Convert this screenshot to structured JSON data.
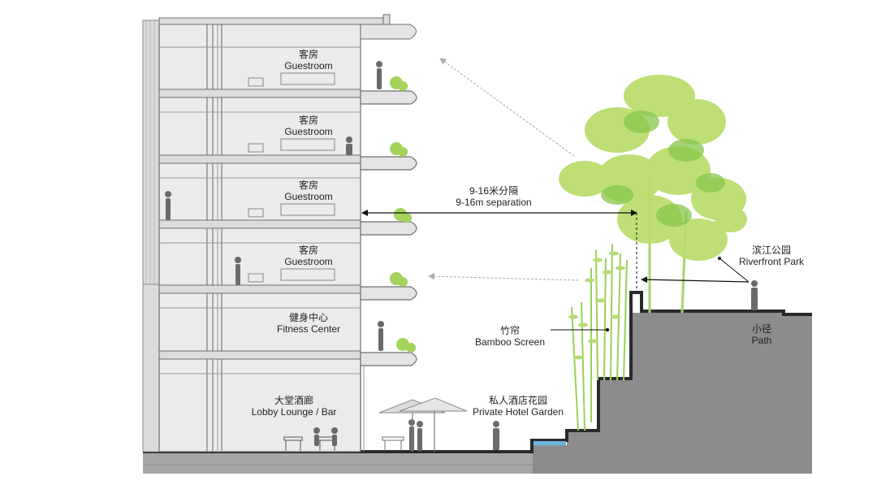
{
  "rooms": [
    {
      "cn": "客房",
      "en": "Guestroom"
    },
    {
      "cn": "客房",
      "en": "Guestroom"
    },
    {
      "cn": "客房",
      "en": "Guestroom"
    },
    {
      "cn": "客房",
      "en": "Guestroom"
    }
  ],
  "fitness": {
    "cn": "健身中心",
    "en": "Fitness Center"
  },
  "lobby": {
    "cn": "大堂酒廊",
    "en": "Lobby Lounge / Bar"
  },
  "separation": {
    "cn": "9-16米分隔",
    "en": "9-16m separation"
  },
  "garden": {
    "cn": "私人酒店花园",
    "en": "Private Hotel Garden"
  },
  "bamboo": {
    "cn": "竹帘",
    "en": "Bamboo Screen"
  },
  "park": {
    "cn": "滨江公园",
    "en": "Riverfront Park"
  },
  "path": {
    "cn": "小径",
    "en": "Path"
  },
  "colors": {
    "building_fill": "#ebebeb",
    "building_line": "#6f6f6f",
    "ground": "#8c8c8e",
    "ground_dark": "#2a2a2a",
    "tree_light": "#b8dd6a",
    "tree_dark": "#7fc24a",
    "bamboo": "#9ccf5a",
    "water": "#6bb7e0"
  }
}
